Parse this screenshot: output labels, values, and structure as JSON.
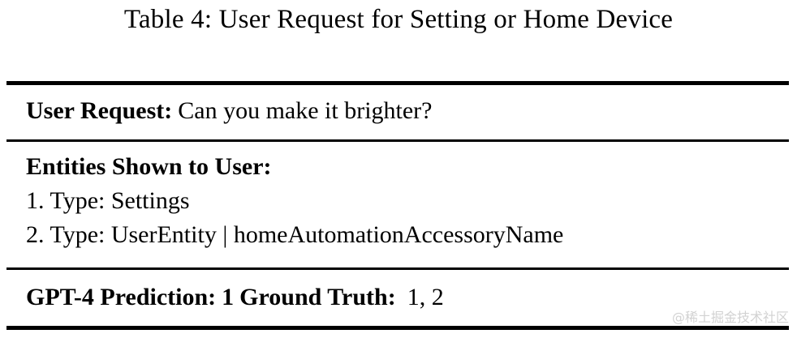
{
  "figure": {
    "caption": "Table 4:  User Request for Setting or Home Device"
  },
  "table": {
    "rows": {
      "user_request": {
        "label": "User Request:",
        "value": "Can you make it brighter?"
      },
      "entities": {
        "heading": "Entities Shown to User:",
        "items": [
          "1. Type:  Settings",
          "2. Type:  UserEntity | homeAutomationAccessoryName"
        ]
      },
      "prediction": {
        "prediction_label": "GPT-4 Prediction:",
        "prediction_value": "1",
        "ground_truth_label": "Ground Truth:",
        "ground_truth_value": "1, 2"
      }
    },
    "rule_color": "#000000"
  },
  "watermark": {
    "text": "@稀土掘金技术社区",
    "color": "#d2d2d2"
  }
}
